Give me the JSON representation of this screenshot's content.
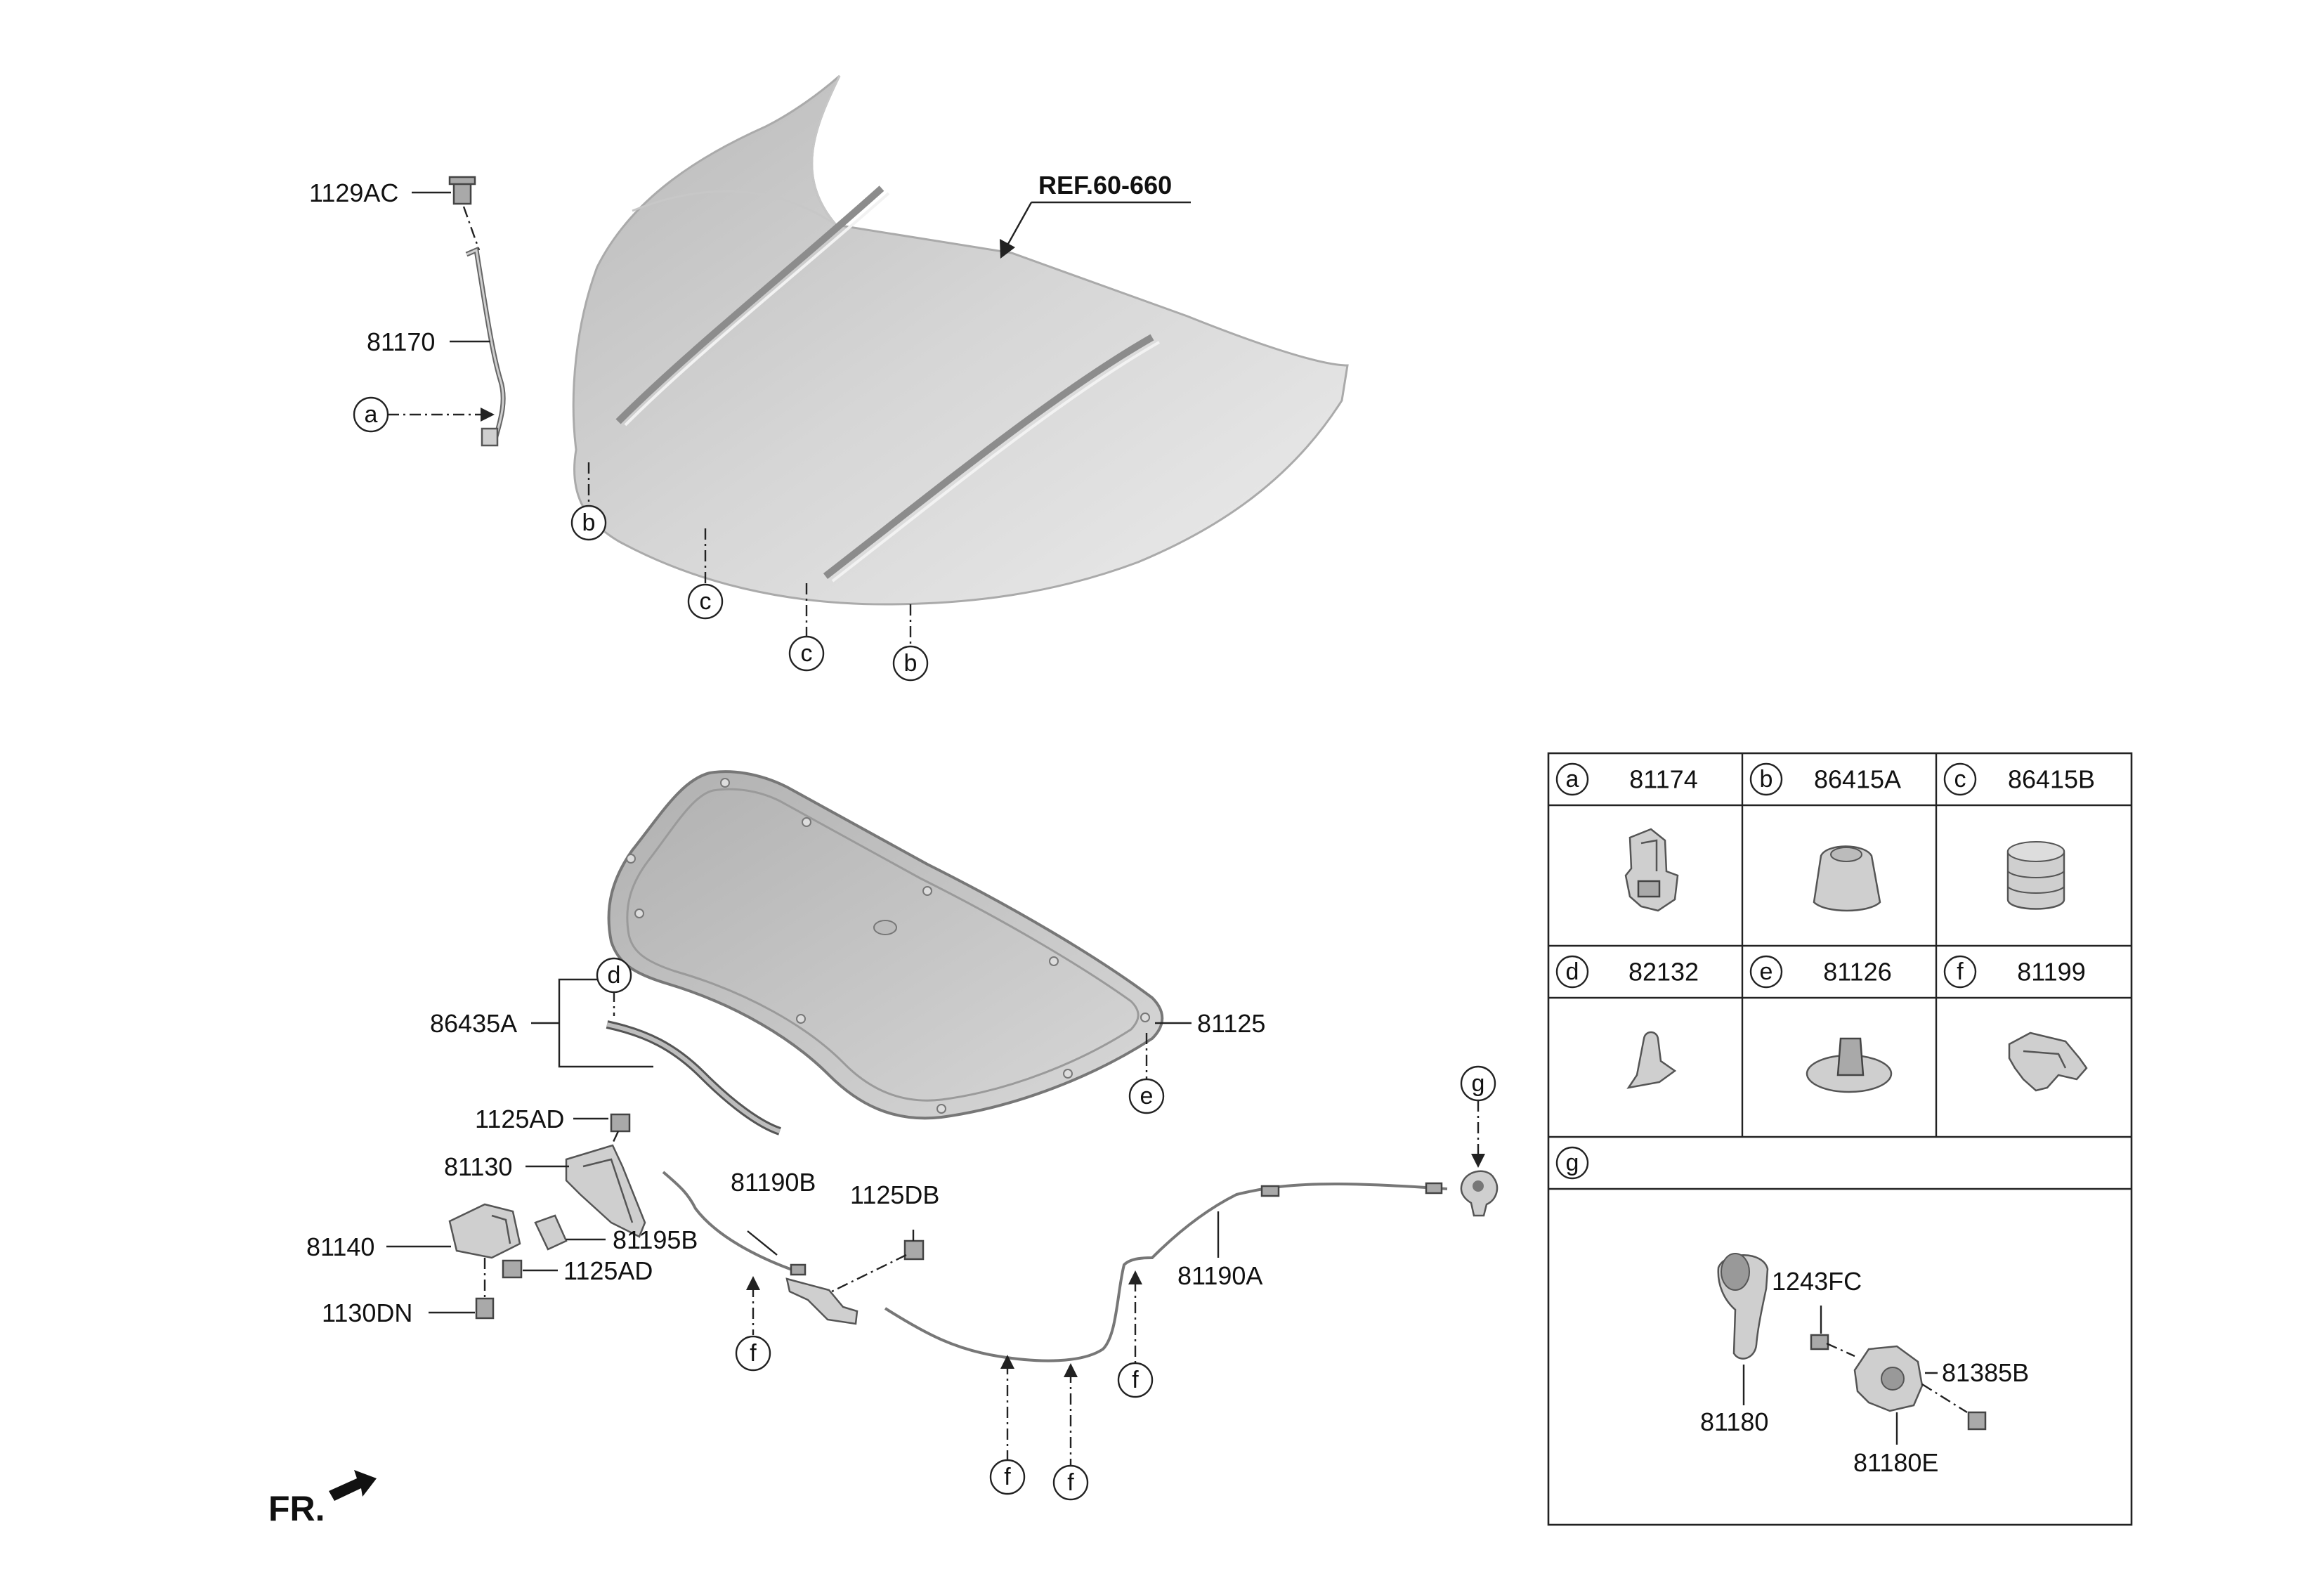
{
  "hood": {
    "ref_label": "REF.60-660"
  },
  "callouts": {
    "p1129AC": "1129AC",
    "p81170": "81170",
    "p86435A": "86435A",
    "p81125": "81125",
    "p1125AD_top": "1125AD",
    "p81130": "81130",
    "p81140": "81140",
    "p81195B": "81195B",
    "p1125AD_bot": "1125AD",
    "p1130DN": "1130DN",
    "p81190B": "81190B",
    "p1125DB": "1125DB",
    "p81190A": "81190A"
  },
  "markers": {
    "a": "a",
    "b": "b",
    "c": "c",
    "d": "d",
    "e": "e",
    "f": "f",
    "g": "g"
  },
  "front_label": "FR.",
  "legend_table": {
    "cells": [
      {
        "letter": "a",
        "part": "81174"
      },
      {
        "letter": "b",
        "part": "86415A"
      },
      {
        "letter": "c",
        "part": "86415B"
      },
      {
        "letter": "d",
        "part": "82132"
      },
      {
        "letter": "e",
        "part": "81126"
      },
      {
        "letter": "f",
        "part": "81199"
      }
    ],
    "g_section": {
      "letter": "g",
      "parts": {
        "p1243FC": "1243FC",
        "p81385B": "81385B",
        "p81180": "81180",
        "p81180E": "81180E"
      }
    }
  }
}
